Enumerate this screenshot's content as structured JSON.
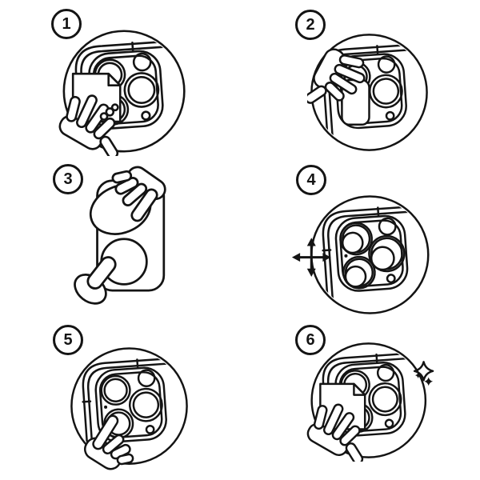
{
  "colors": {
    "line": "#141414",
    "background": "#ffffff"
  },
  "steps": [
    {
      "number": "1",
      "illustration": "clean-camera-with-wipe"
    },
    {
      "number": "2",
      "illustration": "peel-protective-film-tab"
    },
    {
      "number": "3",
      "illustration": "take-protector-discs-from-tray"
    },
    {
      "number": "4",
      "illustration": "align-protector-over-lenses"
    },
    {
      "number": "5",
      "illustration": "press-protector-onto-lens"
    },
    {
      "number": "6",
      "illustration": "polish-clean-finish"
    }
  ]
}
